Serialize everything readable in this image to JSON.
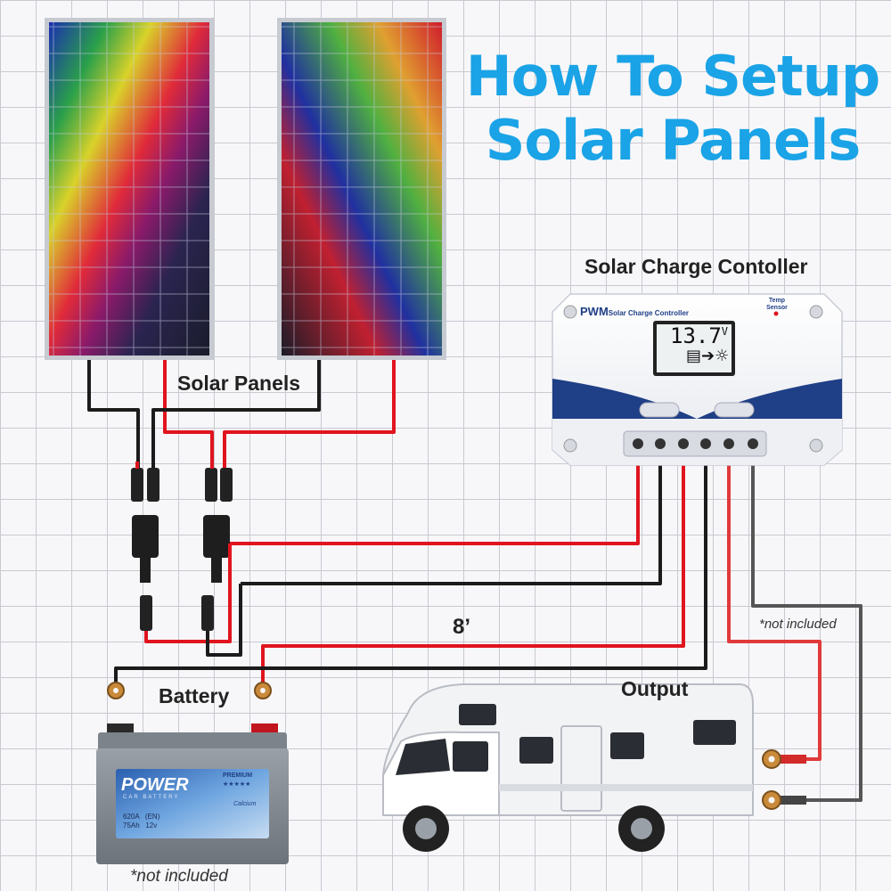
{
  "title": {
    "line1": "How To Setup",
    "line2": "Solar Panels"
  },
  "labels": {
    "solar_panels": "Solar Panels",
    "charge_controller": "Solar Charge Contoller",
    "battery": "Battery",
    "output": "Output",
    "cable_length": "8’",
    "not_included_output": "*not included",
    "not_included_battery": "*not included"
  },
  "controller": {
    "brand": "PWM",
    "model": "Solar Charge Controller",
    "temp_sensor": "Temp Sensor",
    "voltage": "13.7",
    "unit": "V"
  },
  "battery": {
    "brand": "POWER",
    "sub": "CAR BATTERY",
    "grade": "PREMIUM",
    "stars": "★★★★★",
    "type": "Calcium",
    "spec1": "620A   (EN)",
    "spec2": "75Ah   12v"
  },
  "colors": {
    "title": "#1aa3e6",
    "positive_wire": "#e0141e",
    "negative_wire": "#1b1b1b",
    "controller_blue": "#1f3f86",
    "panel_frame": "#c7cbd1"
  }
}
